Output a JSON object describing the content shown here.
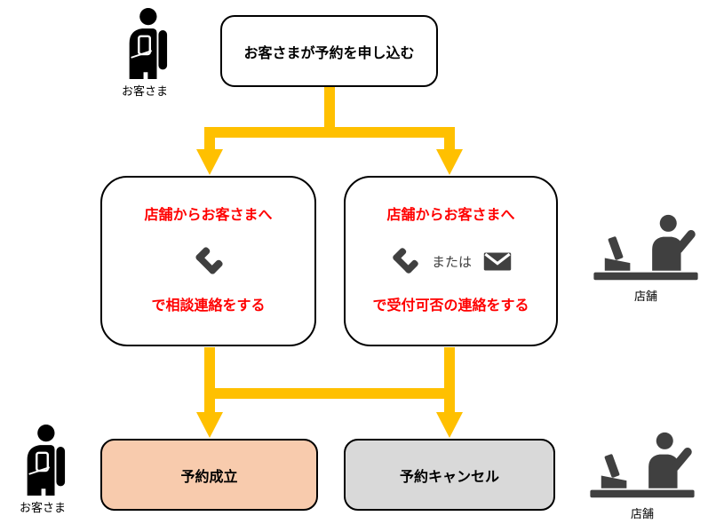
{
  "colors": {
    "arrow": "#FFC000",
    "red_text": "#FF0000",
    "success_fill": "#F8CBAD",
    "cancel_fill": "#D9D9D9",
    "icon_dark": "#404040",
    "icon_black": "#000000",
    "box_border": "#000000"
  },
  "nodes": {
    "start": {
      "label": "お客さまが予約を申し込む"
    },
    "consult": {
      "line1": "店舗からお客さまへ",
      "line2": "で相談連絡をする",
      "icon": "phone-handset-icon"
    },
    "notify": {
      "line1": "店舗からお客さまへ",
      "or_label": "または",
      "line2": "で受付可否の連絡をする",
      "icons": [
        "phone-handset-icon",
        "mail-envelope-icon"
      ]
    },
    "confirmed": {
      "label": "予約成立"
    },
    "cancelled": {
      "label": "予約キャンセル"
    }
  },
  "actors": {
    "customer_top": {
      "label": "お客さま",
      "icon": "person-with-phone-icon"
    },
    "customer_bottom": {
      "label": "お客さま",
      "icon": "person-with-phone-icon"
    },
    "store_middle": {
      "label": "店舗",
      "icon": "store-counter-icon"
    },
    "store_bottom": {
      "label": "店舗",
      "icon": "store-counter-icon"
    }
  }
}
